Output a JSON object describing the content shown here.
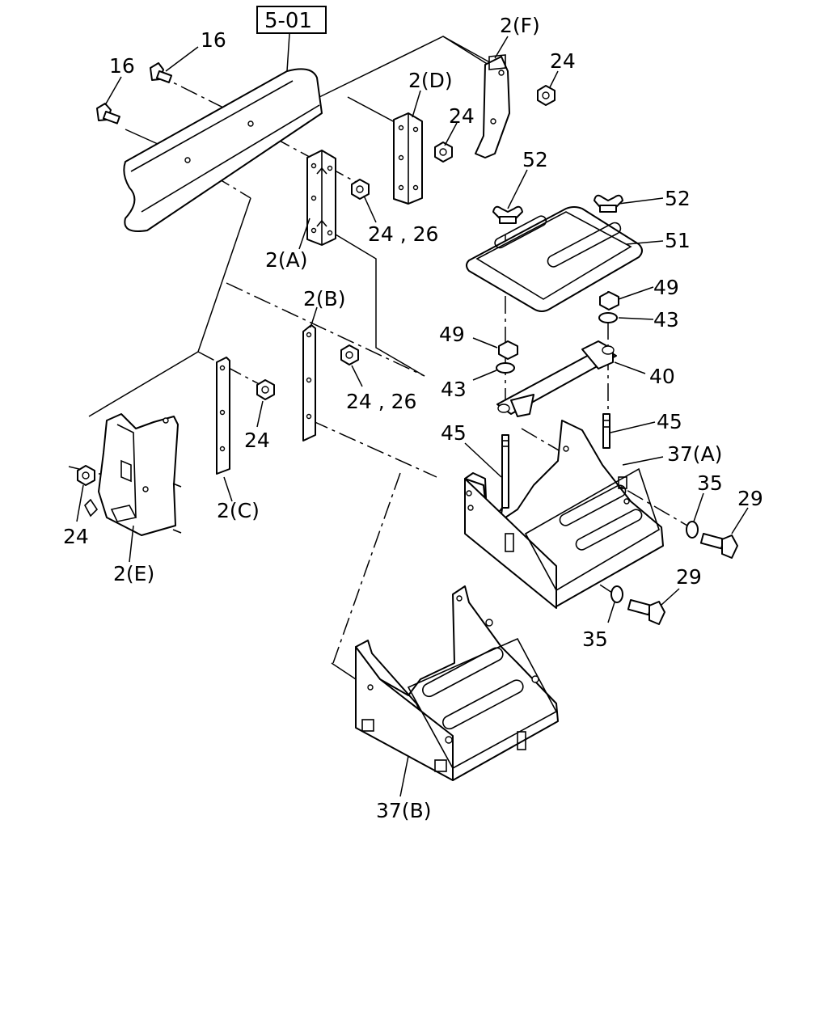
{
  "reference_box": "5-01",
  "labels": {
    "l16a": "16",
    "l16b": "16",
    "l2F": "2(F)",
    "l24a": "24",
    "l2D": "2(D)",
    "l24b": "24",
    "l52a": "52",
    "l52b": "52",
    "l51": "51",
    "l2A": "2(A)",
    "l24c": "24 , 26",
    "l49a": "49",
    "l43a": "43",
    "l2B": "2(B)",
    "l49b": "49",
    "l43b": "43",
    "l40": "40",
    "l24d": "24 , 26",
    "l45a": "45",
    "l45b": "45",
    "l24e": "24",
    "l37A": "37(A)",
    "l35a": "35",
    "l29a": "29",
    "l24f": "24",
    "l2C": "2(C)",
    "l2E": "2(E)",
    "l29b": "29",
    "l35b": "35",
    "l37B": "37(B)"
  }
}
